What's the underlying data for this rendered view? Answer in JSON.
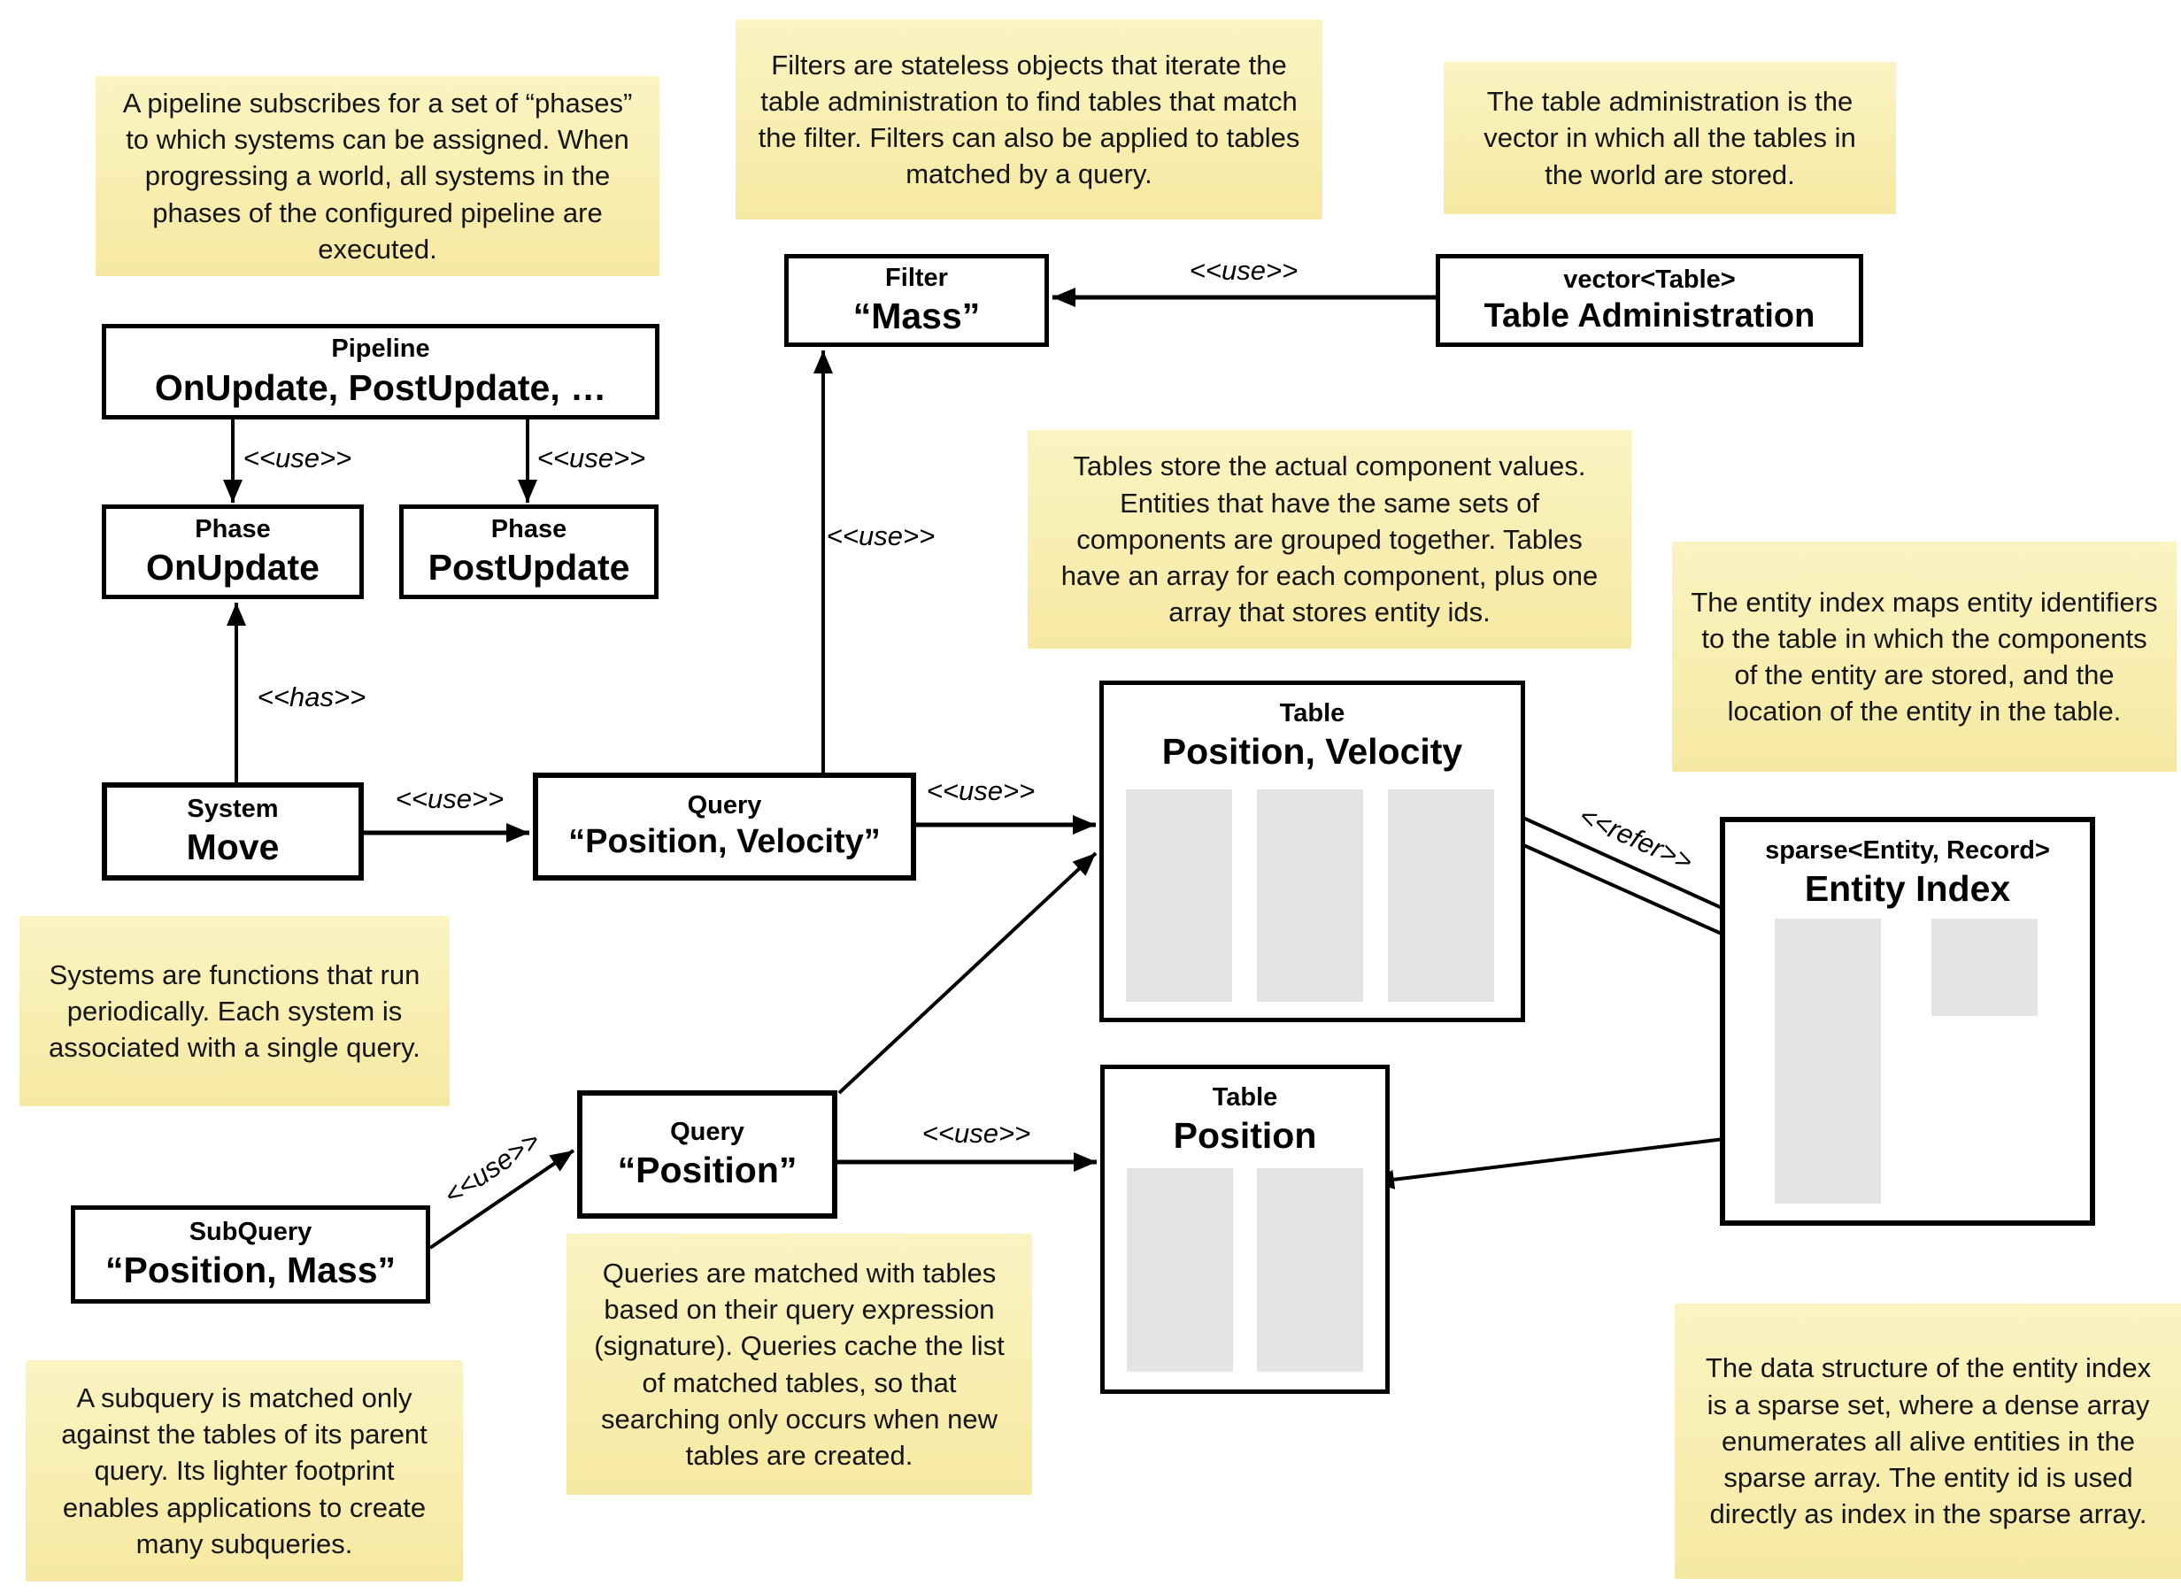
{
  "diagram_title": "ECS framework architecture diagram",
  "colors": {
    "background": "#FFFFFF",
    "note_fill_top": "#FBF4C2",
    "note_fill_bottom": "#F5E9A2",
    "box_border": "#000000",
    "array_fill": "#E4E4E4",
    "text": "#000000"
  },
  "notes": [
    {
      "id": "pipeline",
      "text": "A pipeline subscribes for a set of “phases” to which systems can be assigned. When progressing a world, all systems in the phases of the configured pipeline are executed."
    },
    {
      "id": "filters",
      "text": "Filters are stateless objects that iterate the table administration to find tables that match the filter. Filters can also be applied to tables matched by a query."
    },
    {
      "id": "table-admin",
      "text": "The table administration is the vector in which all the tables in the world are stored."
    },
    {
      "id": "tables",
      "text": "Tables store the actual component values. Entities that have the same sets of components are grouped together. Tables have an array for each component, plus one array that stores entity ids."
    },
    {
      "id": "entity-index",
      "text": "The entity index maps entity identifiers to the table in which the components of the entity are stored, and the location of the entity in the table."
    },
    {
      "id": "systems",
      "text": "Systems are functions that run periodically. Each system is associated with a single query."
    },
    {
      "id": "queries",
      "text": "Queries are matched with tables based on their query expression (signature). Queries cache the list of matched tables, so that searching only occurs when new tables are created."
    },
    {
      "id": "subquery",
      "text": "A subquery is matched only against the tables of its parent query. Its lighter footprint enables applications to create many subqueries."
    },
    {
      "id": "sparse-set",
      "text": "The data structure of the entity index is a sparse set, where a dense array enumerates all alive entities in the sparse array. The entity id is used directly as index in the sparse array."
    }
  ],
  "boxes": [
    {
      "id": "pipeline",
      "title": "Pipeline",
      "name": "OnUpdate, PostUpdate, …"
    },
    {
      "id": "phase-onupdate",
      "title": "Phase",
      "name": "OnUpdate"
    },
    {
      "id": "phase-postupdate",
      "title": "Phase",
      "name": "PostUpdate"
    },
    {
      "id": "filter-mass",
      "title": "Filter",
      "name": "“Mass”"
    },
    {
      "id": "table-administration",
      "title": "vector<Table>",
      "name": "Table Administration"
    },
    {
      "id": "system-move",
      "title": "System",
      "name": "Move"
    },
    {
      "id": "query-position-velocity",
      "title": "Query",
      "name": "“Position, Velocity”"
    },
    {
      "id": "table-position-velocity",
      "title": "Table",
      "name": "Position, Velocity"
    },
    {
      "id": "entity-index",
      "title": "sparse<Entity, Record>",
      "name": "Entity Index"
    },
    {
      "id": "query-position",
      "title": "Query",
      "name": "“Position”"
    },
    {
      "id": "table-position",
      "title": "Table",
      "name": "Position"
    },
    {
      "id": "subquery",
      "title": "SubQuery",
      "name": "“Position, Mass”"
    }
  ],
  "edge_labels": [
    {
      "id": "pipeline-onupdate",
      "text": "<<use>>"
    },
    {
      "id": "pipeline-postupdate",
      "text": "<<use>>"
    },
    {
      "id": "system-phase",
      "text": "<<has>>"
    },
    {
      "id": "query-filter",
      "text": "<<use>>"
    },
    {
      "id": "tableadmin-filter",
      "text": "<<use>>"
    },
    {
      "id": "system-query",
      "text": "<<use>>"
    },
    {
      "id": "querypv-tablepv",
      "text": "<<use>>"
    },
    {
      "id": "querypos-tablepos",
      "text": "<<use>>"
    },
    {
      "id": "subquery-querypos",
      "text": "<<use>>"
    },
    {
      "id": "entityindex-tables",
      "text": "<<refer>>"
    }
  ]
}
